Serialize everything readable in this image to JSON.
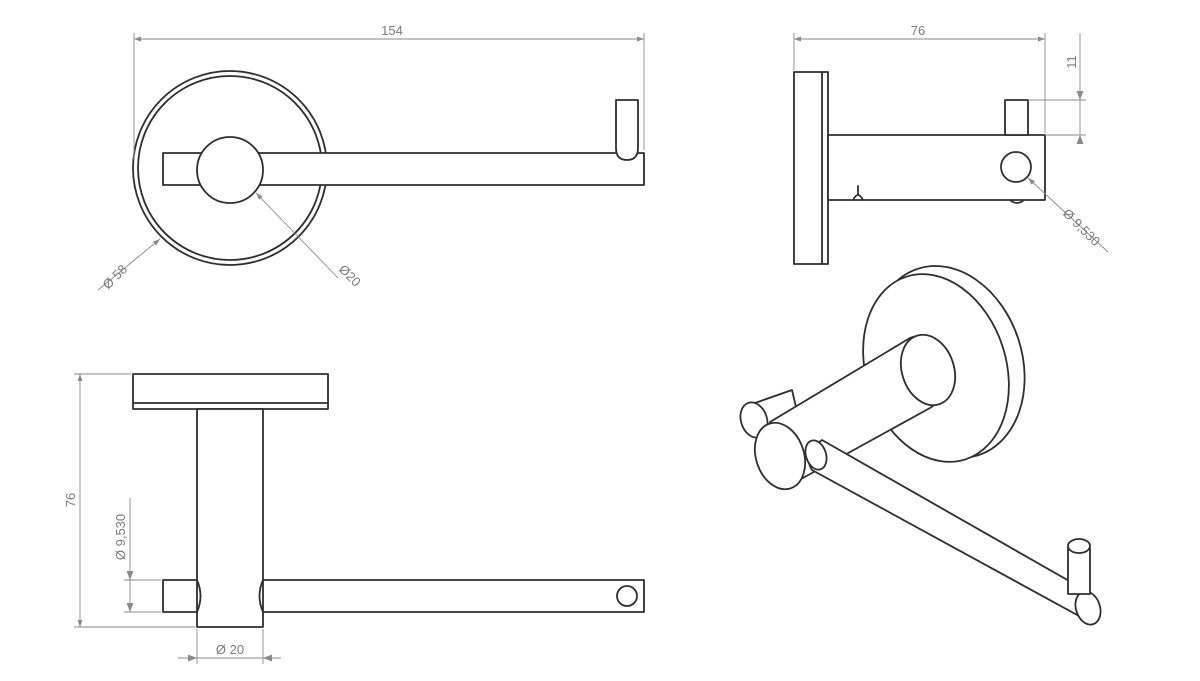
{
  "colors": {
    "outline": "#2e2e2e",
    "dimension": "#8a8a8a",
    "background": "#ffffff"
  },
  "front_view": {
    "width_label": "154",
    "plate_dia_label": "Ø 58",
    "post_dia_label": "Ø20"
  },
  "side_view": {
    "depth_label": "76",
    "pin_height_label": "11",
    "pin_dia_label": "Ø 9,530"
  },
  "top_view": {
    "depth_label": "76",
    "pin_dia_label": "Ø 9,530",
    "post_dia_label": "Ø 20"
  }
}
